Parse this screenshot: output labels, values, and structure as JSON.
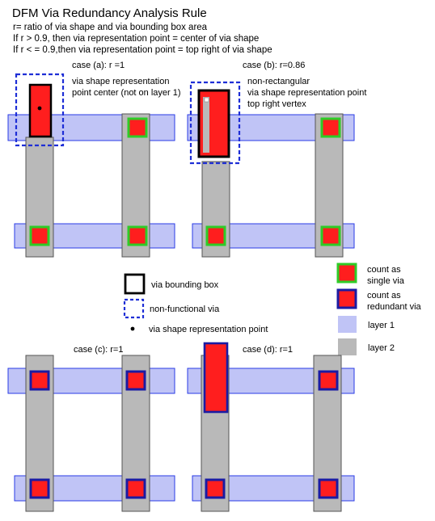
{
  "title": "DFM Via Redundancy Analysis Rule",
  "definitions": [
    "r= ratio of via shape and via bounding box area",
    "If r > 0.9, then via representation point = center of via shape",
    "If r < = 0.9,then via representation point = top right of via shape"
  ],
  "cases": {
    "a": {
      "label": "case (a): r =1",
      "note": [
        "via shape representation",
        "point center (not on layer 1)"
      ]
    },
    "b": {
      "label": "case (b): r=0.86",
      "note": [
        "non-rectangular",
        "via shape representation point",
        "top right vertex"
      ]
    },
    "c": {
      "label": "case (c): r=1"
    },
    "d": {
      "label": "case (d): r=1"
    }
  },
  "center_legend": {
    "bounding_box": "via bounding box",
    "non_functional": "non-functional via",
    "rep_point": "via shape representation point"
  },
  "right_legend": {
    "single": [
      "count as",
      "single via"
    ],
    "redundant": [
      "count as",
      "redundant via"
    ],
    "layer1": "layer 1",
    "layer2": "layer 2"
  },
  "colors": {
    "layer1": "#c0c4f6",
    "layer1_edge": "#2a3be6",
    "layer2": "#b9b9b9",
    "layer2_edge": "#555555",
    "via": "#ff1e1e",
    "single_border": "#2ecc27",
    "redundant_border": "#1b1ba3",
    "dashed": "#1e2ed6"
  }
}
